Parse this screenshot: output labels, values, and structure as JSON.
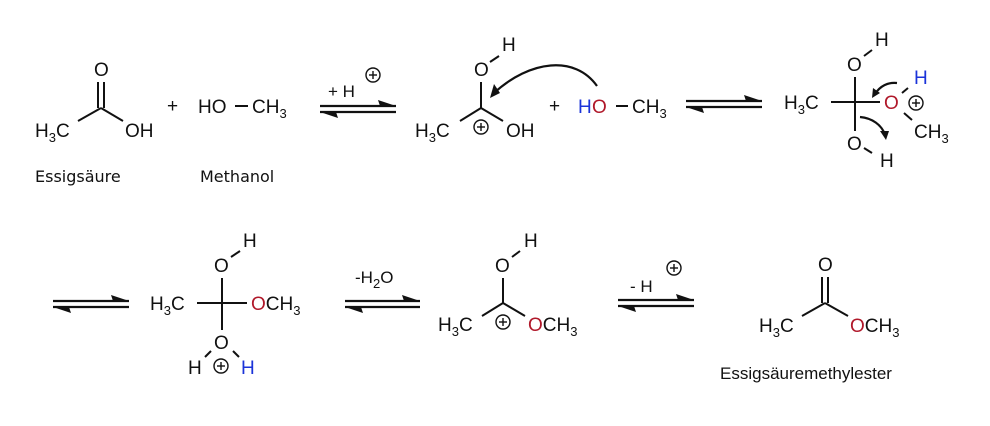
{
  "colors": {
    "text": "#111111",
    "oxygen_highlight": "#b0182a",
    "hydrogen_highlight": "#1b33d9",
    "background": "#ffffff"
  },
  "row1": {
    "acetic_acid": {
      "O_top": "O",
      "H3C": "H",
      "sub3": "3",
      "C": "C",
      "OH": "OH",
      "name": "Essigsäure"
    },
    "plus1": "+",
    "methanol": {
      "HO": "HO",
      "dash": "−",
      "CH3": "CH",
      "sub3": "3",
      "name": "Methanol"
    },
    "arrow1_label": {
      "text": "+ H",
      "charge": "+"
    },
    "protonated_acid": {
      "H_top": "H",
      "O_top": "O",
      "H3C": "H",
      "sub3": "3",
      "C": "C",
      "OH": "OH"
    },
    "plus2": "+",
    "methanol2": {
      "H": "H",
      "O": "O",
      "dash": "−",
      "CH3": "CH",
      "sub3": "3"
    },
    "tetrahedral1": {
      "H_top": "H",
      "O_top": "O",
      "H3C": "H",
      "sub3": "3",
      "C": "C",
      "O_right": "O",
      "H_right": "H",
      "CH3": "CH",
      "sub3b": "3",
      "O_bottom": "O",
      "H_bottom": "H"
    }
  },
  "row2": {
    "tetrahedral2": {
      "H_top": "H",
      "O_top": "O",
      "H3C": "H",
      "sub3": "3",
      "C": "C",
      "O_right": "O",
      "CH3": "CH",
      "sub3b": "3",
      "O_bottom": "O",
      "H_left": "H",
      "H_right": "H"
    },
    "arrow_water_label": {
      "text_pre": "-H",
      "sub2": "2",
      "text_post": "O"
    },
    "carbocation": {
      "H_top": "H",
      "O_top": "O",
      "H3C": "H",
      "sub3": "3",
      "C": "C",
      "O_right": "O",
      "CH3": "CH",
      "sub3b": "3"
    },
    "arrow_deprot_label": {
      "text": "- H",
      "charge": "+"
    },
    "ester": {
      "O_top": "O",
      "H3C": "H",
      "sub3": "3",
      "C": "C",
      "O_right": "O",
      "CH3": "CH",
      "sub3b": "3",
      "name": "Essigsäuremethylester"
    }
  }
}
